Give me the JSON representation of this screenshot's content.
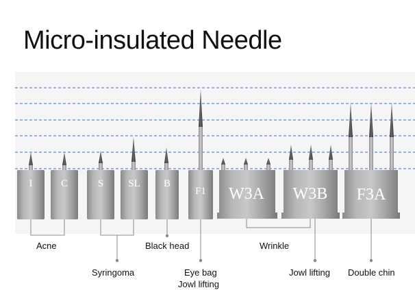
{
  "title": "Micro-insulated Needle",
  "needles": [
    {
      "id": "i",
      "label": "I"
    },
    {
      "id": "c",
      "label": "C"
    },
    {
      "id": "s",
      "label": "S"
    },
    {
      "id": "sl",
      "label": "SL"
    },
    {
      "id": "b",
      "label": "B"
    },
    {
      "id": "f1",
      "label": "F1"
    },
    {
      "id": "w3a",
      "label": "W3A"
    },
    {
      "id": "w3b",
      "label": "W3B"
    },
    {
      "id": "f3a",
      "label": "F3A"
    }
  ],
  "indications": {
    "acne": "Acne",
    "syringoma": "Syringoma",
    "black_head": "Black head",
    "eye_bag": "Eye bag",
    "jowl_lifting_1": "Jowl lifting",
    "wrinkle": "Wrinkle",
    "jowl_lifting_2": "Jowl lifting",
    "double_chin": "Double chin"
  },
  "colors": {
    "guide_line": "#3b6fc9",
    "needle_body_light": "#b4b4b4",
    "needle_body_dark": "#6e6e6e",
    "needle_tip": "#3a3a3a",
    "connector": "#888888"
  }
}
